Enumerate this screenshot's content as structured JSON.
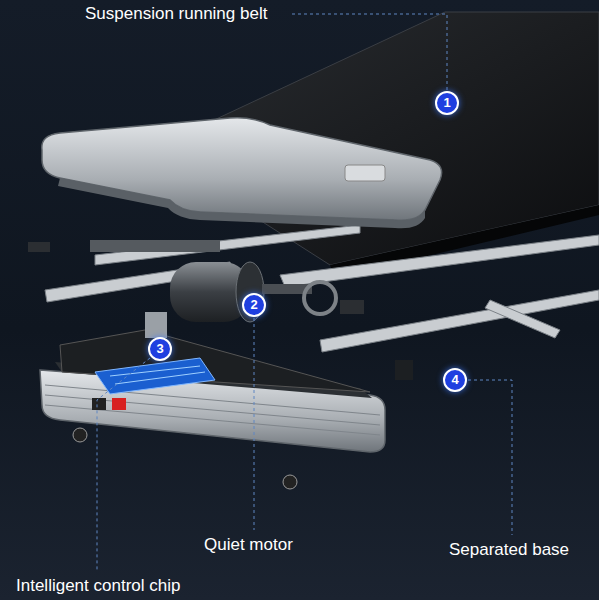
{
  "diagram": {
    "labels": [
      "Suspension running belt",
      "1",
      "2",
      "3",
      "4",
      "Quiet motor",
      "Separated base",
      "Intelligent control chip"
    ]
  }
}
